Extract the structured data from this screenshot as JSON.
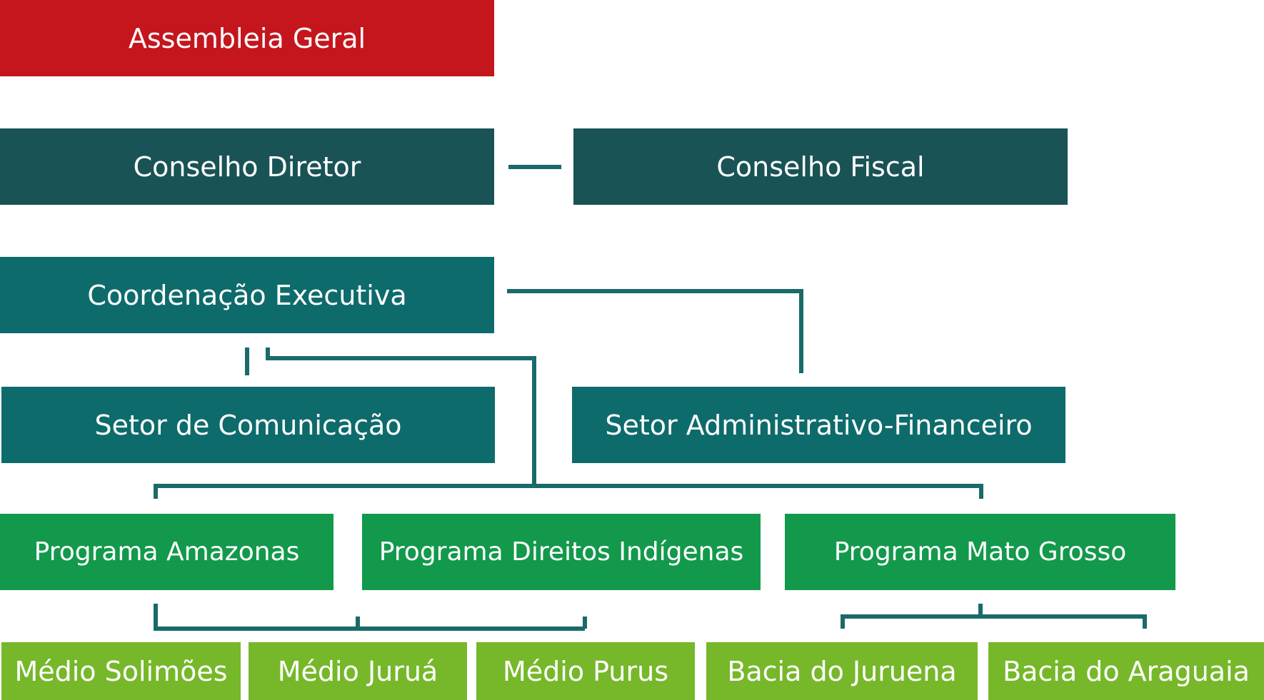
{
  "colors": {
    "assembly": "#c4161c",
    "council": "#195356",
    "coordination": "#0e6b6b",
    "program": "#13994c",
    "region": "#76b82a",
    "connector": "#1a6a6a"
  },
  "nodes": {
    "assembleia_geral": "Assembleia Geral",
    "conselho_diretor": "Conselho Diretor",
    "conselho_fiscal": "Conselho Fiscal",
    "coordenacao_executiva": "Coordenação Executiva",
    "setor_comunicacao": "Setor de Comunicação",
    "setor_administrativo": "Setor Administrativo-Financeiro",
    "programa_amazonas": "Programa Amazonas",
    "programa_direitos": "Programa Direitos Indígenas",
    "programa_mato_grosso": "Programa Mato Grosso",
    "medio_solimoes": "Médio Solimões",
    "medio_jurua": "Médio Juruá",
    "medio_purus": "Médio Purus",
    "bacia_juruena": "Bacia do Juruena",
    "bacia_araguaia": "Bacia do Araguaia"
  }
}
